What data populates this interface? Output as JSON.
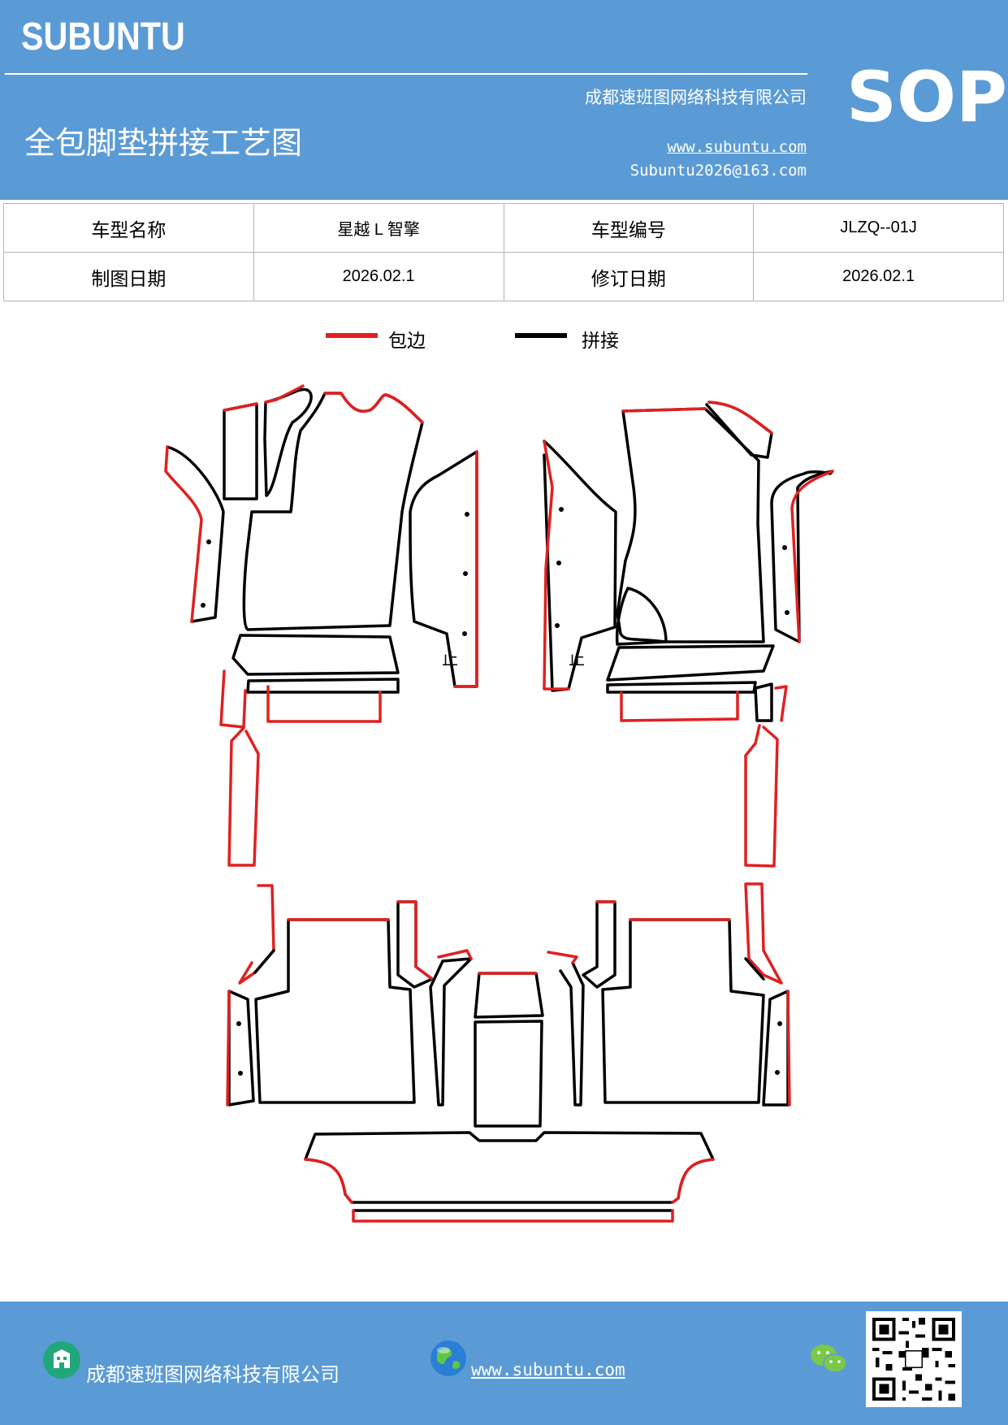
{
  "header": {
    "brand": "SUBUNTU",
    "sop": "SOP",
    "company": "成都速班图网络科技有限公司",
    "title": "全包脚垫拼接工艺图",
    "url": "www.subuntu.com",
    "email": "Subuntu2026@163.com",
    "color": "#5b9bd5"
  },
  "info": {
    "model_name_label": "车型名称",
    "model_name": "星越 L 智擎",
    "model_code_label": "车型编号",
    "model_code": "JLZQ--01J",
    "draw_date_label": "制图日期",
    "draw_date": "2026.02.1",
    "revise_date_label": "修订日期",
    "revise_date": "2026.02.1"
  },
  "legend": {
    "edge": {
      "label": "包边",
      "color": "#e02020"
    },
    "seam": {
      "label": "拼接",
      "color": "#000000"
    }
  },
  "diagram": {
    "marks": [
      "止",
      "止"
    ]
  },
  "footer": {
    "company": "成都速班图网络科技有限公司",
    "url": "www.subuntu.com",
    "icons": [
      "building-icon",
      "globe-icon",
      "wechat-icon",
      "qr-code"
    ]
  }
}
